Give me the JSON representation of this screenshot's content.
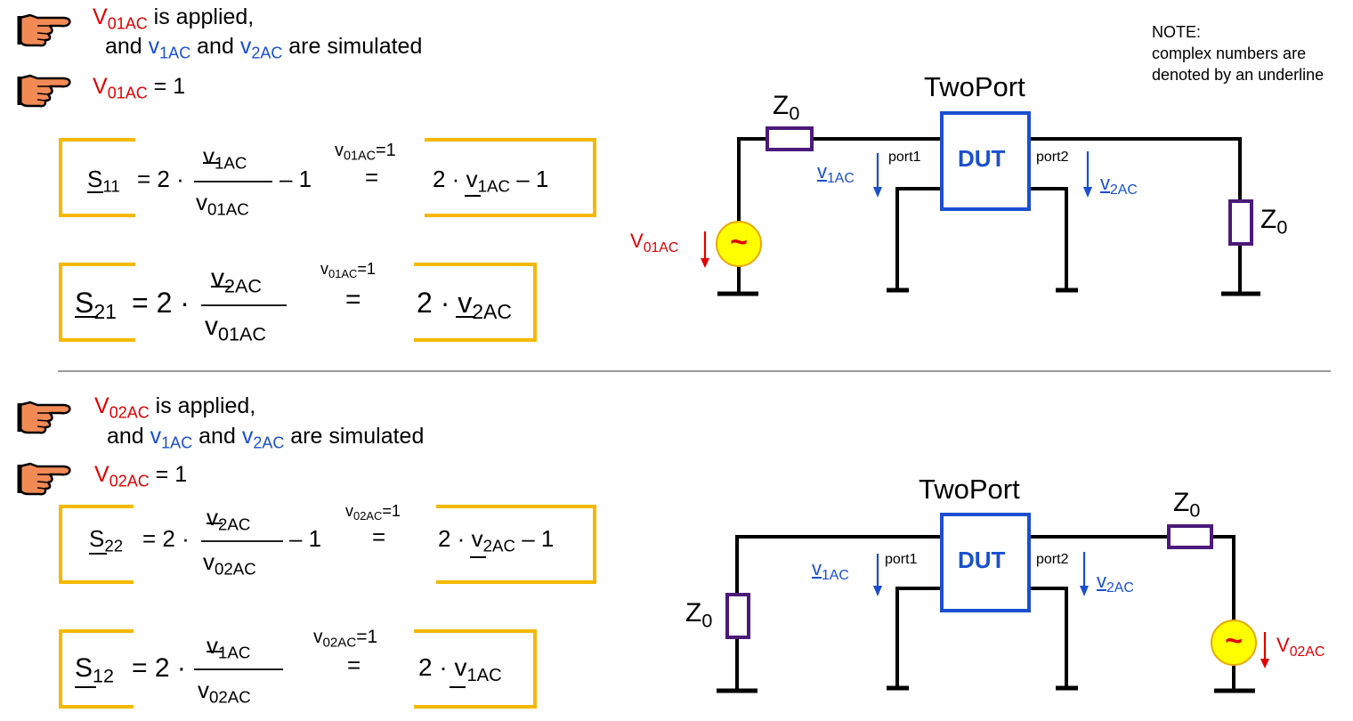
{
  "note": {
    "line1": "NOTE:",
    "line2": "complex numbers are",
    "line3": "denoted by an underline"
  },
  "section1": {
    "bullet1": {
      "v": "V",
      "vsub": "01AC",
      "t1": "is applied,",
      "t2": "and",
      "a": "v",
      "asub": "1AC",
      "and": "and",
      "b": "v",
      "bsub": "2AC",
      "t3": "are simulated"
    },
    "bullet2": {
      "v": "V",
      "vsub": "01AC",
      "rest": "= 1"
    },
    "eq_s11": {
      "S": "S",
      "Ssub": "11",
      "eq": "= 2 ·",
      "num": "v",
      "numsub": "1AC",
      "den": "v",
      "densub": "01AC",
      "minus": "– 1",
      "cond": "v",
      "condsub": "01AC",
      "condrhs": "=1",
      "eq2": "=",
      "rhs": "2 ·",
      "rv": "v",
      "rvsub": "1AC",
      "rminus": "– 1"
    },
    "eq_s21": {
      "S": "S",
      "Ssub": "21",
      "eq": "= 2 ·",
      "num": "v",
      "numsub": "2AC",
      "den": "v",
      "densub": "01AC",
      "cond": "v",
      "condsub": "01AC",
      "condrhs": "=1",
      "eq2": "=",
      "rhs": "2 ·",
      "rv": "v",
      "rvsub": "2AC"
    }
  },
  "section2": {
    "bullet1": {
      "v": "V",
      "vsub": "02AC",
      "t1": "is applied,",
      "t2": "and",
      "a": "v",
      "asub": "1AC",
      "and": "and",
      "b": "v",
      "bsub": "2AC",
      "t3": "are simulated"
    },
    "bullet2": {
      "v": "V",
      "vsub": "02AC",
      "rest": "= 1"
    },
    "eq_s22": {
      "S": "S",
      "Ssub": "22",
      "eq": "= 2 ·",
      "num": "v",
      "numsub": "2AC",
      "den": "v",
      "densub": "02AC",
      "minus": "– 1",
      "cond": "v",
      "condsub": "02AC",
      "condrhs": "=1",
      "eq2": "=",
      "rhs": "2 ·",
      "rv": "v",
      "rvsub": "2AC",
      "rminus": "– 1"
    },
    "eq_s12": {
      "S": "S",
      "Ssub": "12",
      "eq": "= 2 ·",
      "num": "v",
      "numsub": "1AC",
      "den": "v",
      "densub": "02AC",
      "cond": "v",
      "condsub": "02AC",
      "condrhs": "=1",
      "eq2": "=",
      "rhs": "2 ·",
      "rv": "v",
      "rvsub": "1AC"
    }
  },
  "circuit1": {
    "title": "TwoPort",
    "dut": "DUT",
    "port1": "port1",
    "port2": "port2",
    "z0_series": "Z",
    "z0_series_sub": "0",
    "z0_load": "Z",
    "z0_load_sub": "0",
    "v1": "v",
    "v1sub": "1AC",
    "v2": "v",
    "v2sub": "2AC",
    "src": "V",
    "srcsub": "01AC",
    "tilde": "~"
  },
  "circuit2": {
    "title": "TwoPort",
    "dut": "DUT",
    "port1": "port1",
    "port2": "port2",
    "z0_series": "Z",
    "z0_series_sub": "0",
    "z0_load": "Z",
    "z0_load_sub": "0",
    "v1": "v",
    "v1sub": "1AC",
    "v2": "v",
    "v2sub": "2AC",
    "src": "V",
    "srcsub": "02AC",
    "tilde": "~"
  },
  "colors": {
    "red": "#e00000",
    "blue": "#1a4fcf",
    "box_border": "#f5b800",
    "resistor": "#4b1a7a",
    "source_fill": "#ffff00",
    "dut_border": "#1a4fcf",
    "divider": "#9a9a9a"
  }
}
